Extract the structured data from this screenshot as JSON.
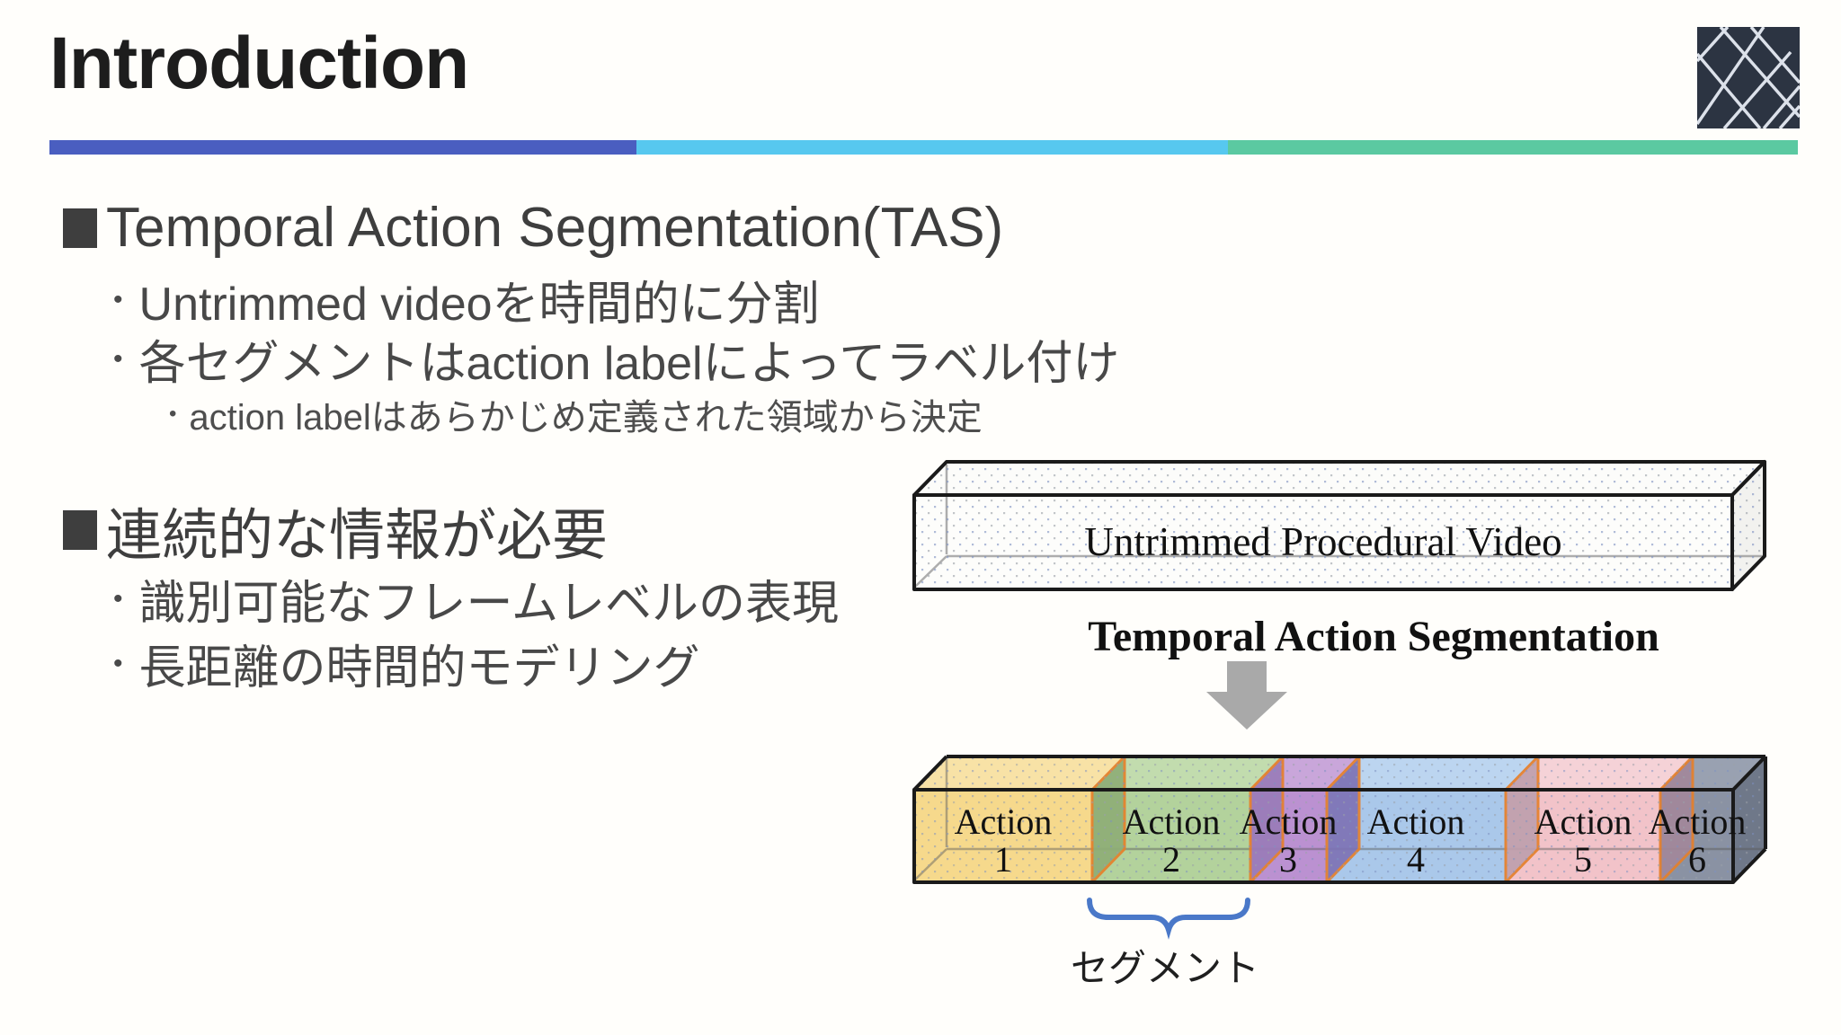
{
  "slide": {
    "title": "Introduction",
    "accent_bar": {
      "blue": "#4a5ec0",
      "cyan": "#57c8ef",
      "green": "#5bc9a1"
    },
    "logo": {
      "name": "lattice-logo",
      "bg": "#2c3442",
      "line": "#dce1ea"
    }
  },
  "bullets": {
    "block1": {
      "heading": "Temporal Action Segmentation(TAS)",
      "item1": "Untrimmed videoを時間的に分割",
      "item2": "各セグメントはaction labelによってラベル付け",
      "subitem": "action labelはあらかじめ定義された領域から決定"
    },
    "block2": {
      "heading": "連続的な情報が必要",
      "item1": "識別可能なフレームレベルの表現",
      "item2": "長距離の時間的モデリング"
    }
  },
  "diagram": {
    "video_box_label": "Untrimmed Procedural Video",
    "process_label": "Temporal Action Segmentation",
    "arrow_color": "#a9a9a9",
    "divider_color": "#e5802b",
    "side_face_color": "#6f7889",
    "box_face_color": "#fdfdfb",
    "box_top_color": "#fcfcfa",
    "box_side_color": "#f2f2ef",
    "brace": {
      "color": "#4a78c8",
      "label": "セグメント"
    },
    "segments": [
      {
        "label": "Action",
        "number": "1",
        "front": "#f6d98c",
        "top": "#f8e2a6"
      },
      {
        "label": "Action",
        "number": "2",
        "front": "#b3d29c",
        "top": "#c2dcae"
      },
      {
        "label": "Action",
        "number": "3",
        "front": "#bb91d1",
        "top": "#c9a6da"
      },
      {
        "label": "Action",
        "number": "4",
        "front": "#aac8ea",
        "top": "#bcd5f0"
      },
      {
        "label": "Action",
        "number": "5",
        "front": "#f2c3c9",
        "top": "#f5d2d7"
      },
      {
        "label": "Action",
        "number": "6",
        "front": "#8a92a3",
        "top": "#99a1b1"
      }
    ],
    "boundaries": [
      {
        "color": "#8fae77"
      },
      {
        "color": "#9a7cb9"
      },
      {
        "color": "#7e73b5"
      },
      {
        "color": "#bfa0ad"
      },
      {
        "color": "#a2889b"
      }
    ]
  }
}
